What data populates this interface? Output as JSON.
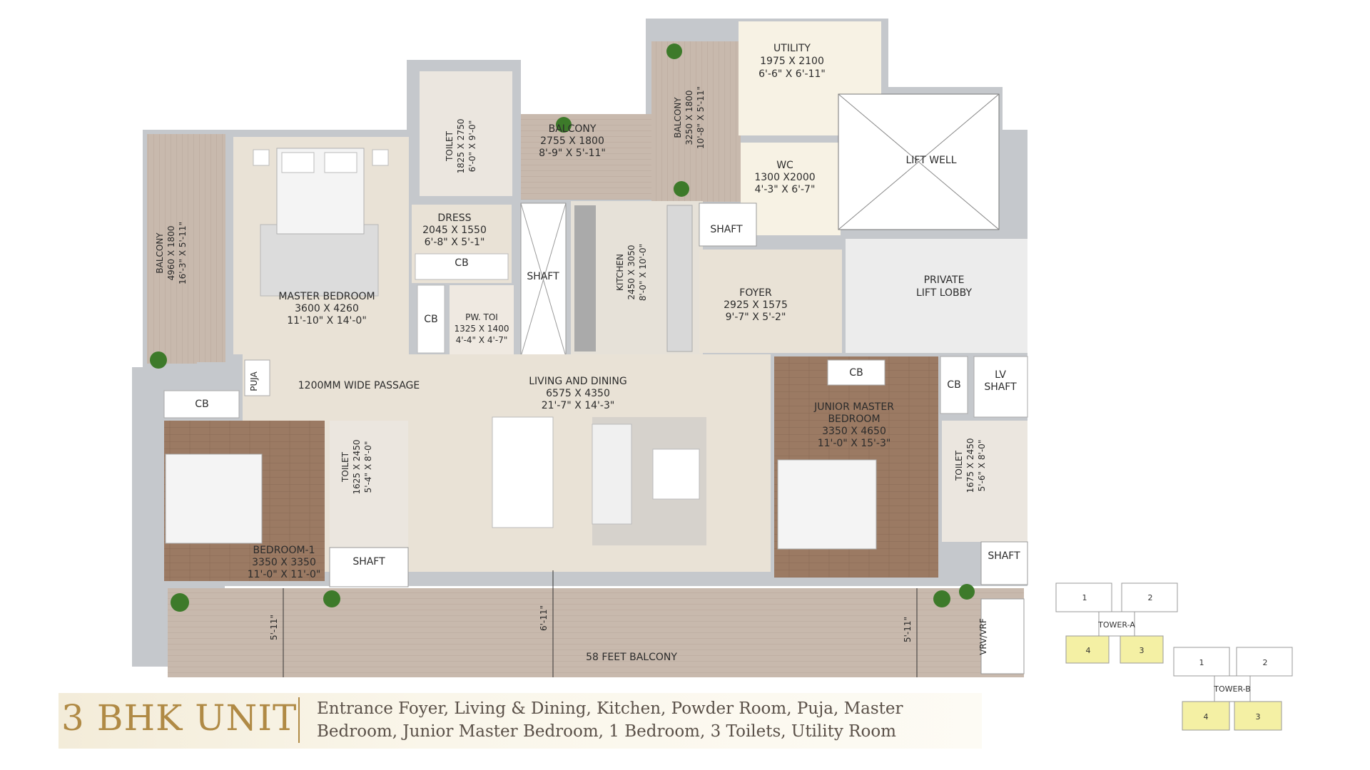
{
  "plan": {
    "rooms": {
      "utility": {
        "name": "UTILITY",
        "dim1": "1975 X 2100",
        "dim2": "6'-6\" X 6'-11\""
      },
      "balcony_top_right": {
        "name": "BALCONY",
        "dim1": "3250 X 1800",
        "dim2": "10'-8\" X 5'-11\""
      },
      "toilet_master": {
        "name": "TOILET",
        "dim1": "1825 X 2750",
        "dim2": "6'-0\" X 9'-0\""
      },
      "balcony_kitchen": {
        "name": "BALCONY",
        "dim1": "2755 X 1800",
        "dim2": "8'-9\" X 5'-11\""
      },
      "wc": {
        "name": "WC",
        "dim1": "1300 X2000",
        "dim2": "4'-3\" X 6'-7\""
      },
      "lift_well": {
        "name": "LIFT WELL"
      },
      "balcony_left": {
        "name": "BALCONY",
        "dim1": "4960 X 1800",
        "dim2": "16'-3\" X 5'-11\""
      },
      "dress": {
        "name": "DRESS",
        "dim1": "2045 X 1550",
        "dim2": "6'-8\" X 5'-1\""
      },
      "kitchen": {
        "name": "KITCHEN",
        "dim1": "2450 X 3050",
        "dim2": "8'-0\" X 10'-0\""
      },
      "master_bedroom": {
        "name": "MASTER BEDROOM",
        "dim1": "3600 X 4260",
        "dim2": "11'-10\" X 14'-0\""
      },
      "pw_toi": {
        "name": "PW. TOI",
        "dim1": "1325 X 1400",
        "dim2": "4'-4\" X 4'-7\""
      },
      "foyer": {
        "name": "FOYER",
        "dim1": "2925 X 1575",
        "dim2": "9'-7\" X 5'-2\""
      },
      "private_lift_lobby": {
        "line1": "PRIVATE",
        "line2": "LIFT LOBBY"
      },
      "living_dining": {
        "name": "LIVING AND DINING",
        "dim1": "6575 X 4350",
        "dim2": "21'-7\" X 14'-3\""
      },
      "junior_master": {
        "line1": "JUNIOR MASTER",
        "line2": "BEDROOM",
        "dim1": "3350 X 4650",
        "dim2": "11'-0\" X 15'-3\""
      },
      "toilet_bed1": {
        "name": "TOILET",
        "dim1": "1625 X 2450",
        "dim2": "5'-4\" X 8'-0\""
      },
      "toilet_junior": {
        "name": "TOILET",
        "dim1": "1675 X 2450",
        "dim2": "5'-6\" X 8'-0\""
      },
      "bedroom1": {
        "name": "BEDROOM-1",
        "dim1": "3350 X 3350",
        "dim2": "11'-0\" X 11'-0\""
      },
      "balcony_58": {
        "name": "58 FEET BALCONY"
      }
    },
    "labels": {
      "shaft": "SHAFT",
      "cb": "CB",
      "puja": "PUJA",
      "passage": "1200MM WIDE PASSAGE",
      "lv_shaft_1": "LV",
      "lv_shaft_2": "SHAFT",
      "vrv": "VRV/VRF",
      "dim_left": "5'-11\"",
      "dim_mid": "6'-11\"",
      "dim_right": "5'-11\""
    }
  },
  "key_plan": {
    "tower_a": {
      "label": "TOWER-A",
      "units": [
        "1",
        "2",
        "4",
        "3"
      ]
    },
    "tower_b": {
      "label": "TOWER-B",
      "units": [
        "1",
        "2",
        "4",
        "3"
      ]
    },
    "highlight_color": "#f4f0a4"
  },
  "footer": {
    "title": "3 BHK UNIT",
    "description": "Entrance Foyer, Living & Dining, Kitchen, Powder Room, Puja, Master Bedroom, Junior Master Bedroom, 1 Bedroom, 3 Toilets, Utility Room"
  },
  "colors": {
    "wall": "#c5c8cc",
    "floor_marble": "#e9e2d6",
    "floor_wood": "#9b7a63",
    "deck": "#c8b9ad",
    "utility_floor": "#f7f2e4",
    "lobby": "#ececec",
    "accent_gold": "#b08a45"
  }
}
